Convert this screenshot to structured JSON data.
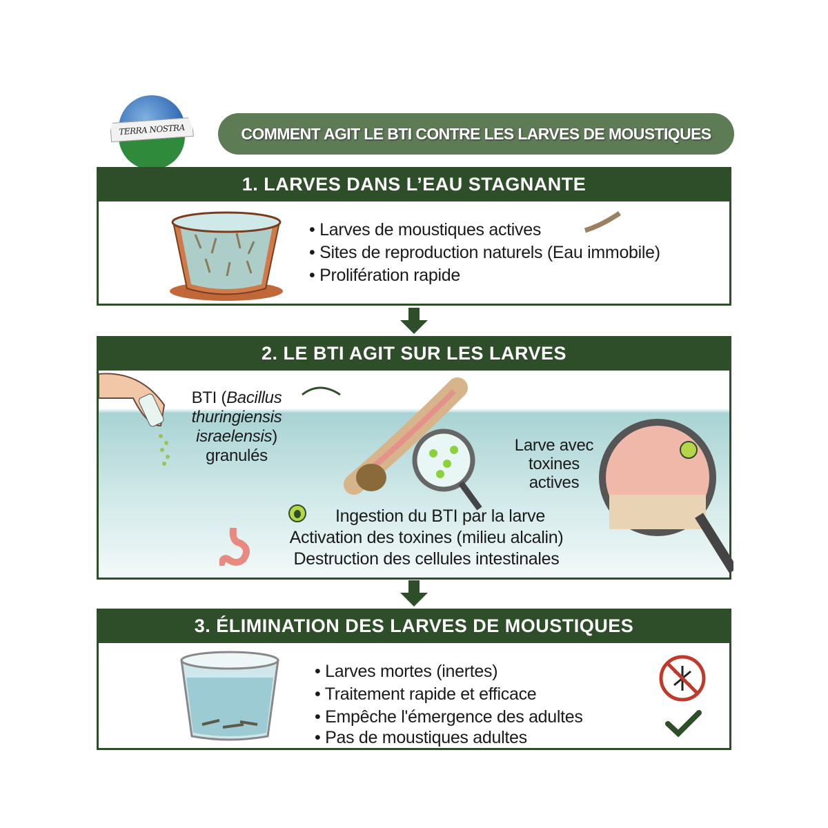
{
  "logo": {
    "text": "TERRA NOSTRA"
  },
  "title": "COMMENT AGIT LE BTI CONTRE LES LARVES DE MOUSTIQUES",
  "section1": {
    "heading": "1. LARVES DANS L’EAU STAGNANTE",
    "bullets": [
      "Larves de moustiques actives",
      "Sites de reproduction naturels (Eau immobile)",
      "Prolifération rapide"
    ]
  },
  "section2": {
    "heading": "2. LE BTI AGIT SUR LES LARVES",
    "bti_label": {
      "line1": "BTI (",
      "italic1": "Bacillus",
      "line2": "thuringiensis",
      "line3": "israelensis",
      "line3_end": ")",
      "line4": "granulés"
    },
    "larva_label": [
      "Larve avec",
      "toxines",
      "actives"
    ],
    "steps": [
      "Ingestion du BTI par la larve",
      "Activation des toxines (milieu alcalin)",
      "Destruction des cellules intestinales"
    ]
  },
  "section3": {
    "heading": "3. ÉLIMINATION DES LARVES DE MOUSTIQUES",
    "bullets": [
      "Larves mortes (inertes)",
      "Traitement rapide et efficace",
      "Empêche l'émergence des adultes",
      "Pas de moustiques adultes"
    ]
  },
  "colors": {
    "dark_green": "#2e4d29",
    "pill_green": "#5d7b55"
  }
}
